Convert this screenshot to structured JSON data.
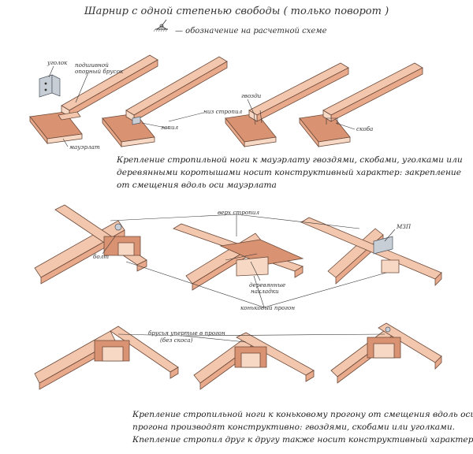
{
  "title": "Шарнир с одной степенью свободы ( только поворот )",
  "legend": {
    "icon": "hinge-symbol-icon",
    "text": "— обозначение на расчетной схеме"
  },
  "top_labels": {
    "ugolok": "уголок",
    "brusok_1": "подшивной",
    "brusok_2": "опорный брусок",
    "niz_stropil": "низ стропил",
    "zapil": "запил",
    "mauerlat": "мауэрлат",
    "gvozdi": "гвозди",
    "skoba": "скоба"
  },
  "caption_top": [
    "Крепление стропильной ноги к мауэрлату гвоздями, скобами, уголками или",
    "деревянными коротышами носит конструктивный характер: закрепление",
    "от смещения вдоль оси мауэрлата"
  ],
  "middle_labels": {
    "verh_stropil": "верх стропил",
    "mzp": "МЗП",
    "bolt": "болт",
    "nakladki_1": "деревянные",
    "nakladki_2": "накладки",
    "progon": "коньковый прогон"
  },
  "bottom_labels": {
    "brusya_1": "брусья упертые в прогон",
    "brusya_2": "(без скоса)"
  },
  "caption_bottom": [
    "Крепление стропильной ноги к коньковому прогону от смещения вдоль оси",
    "прогона производят конструктивно: гвоздями, скобами или уголками.",
    "Кпепление стропил друг к другу также носит конструктивный характер"
  ]
}
